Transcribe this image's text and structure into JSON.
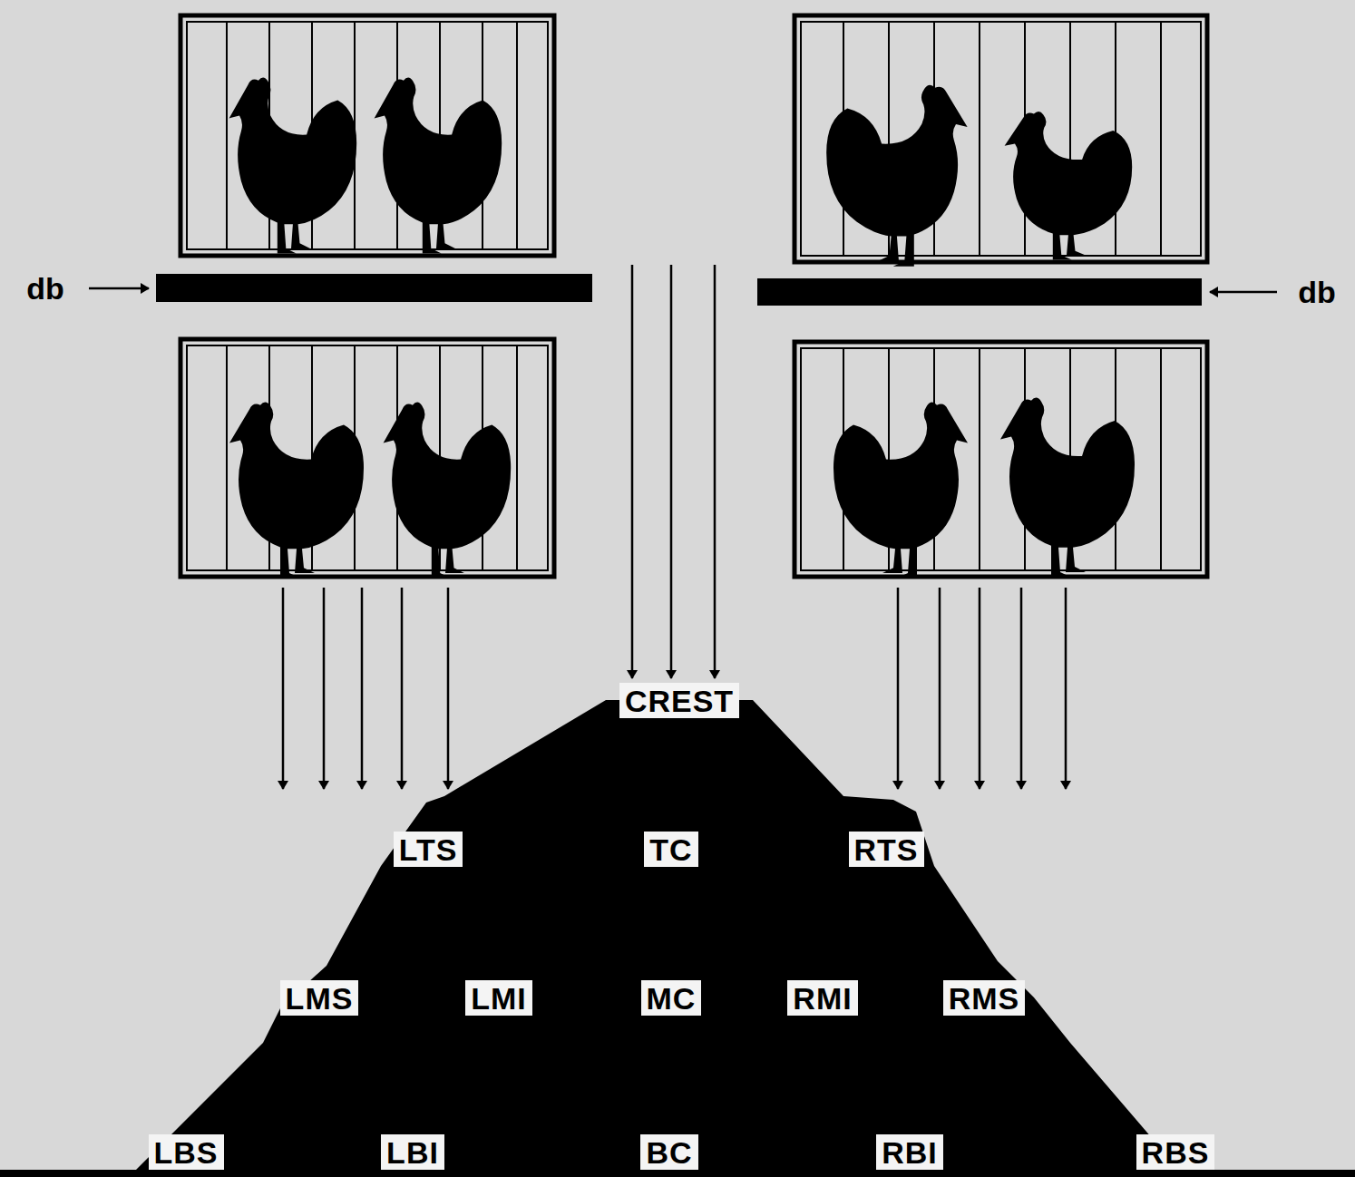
{
  "diagram": {
    "labels": [
      "db",
      "db",
      "CREST",
      "LTS",
      "TC",
      "RTS",
      "LMS",
      "LMI",
      "MC",
      "RMI",
      "RMS",
      "LBS",
      "LBI",
      "BC",
      "RBI",
      "RBS"
    ]
  }
}
